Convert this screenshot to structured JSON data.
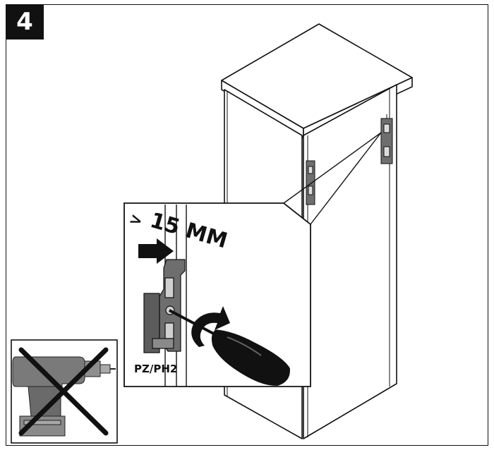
{
  "step_number": "4",
  "detail_callout": {
    "distance_label": "15 MM",
    "greater_than_symbol": ">",
    "screwdriver_label": "PZ/PH2"
  },
  "warning": {
    "icon": "no-power-drill-icon"
  },
  "colors": {
    "ink": "#111111",
    "bracket_gray": "#6e6e6e",
    "drill_gray": "#7a7a7a"
  }
}
